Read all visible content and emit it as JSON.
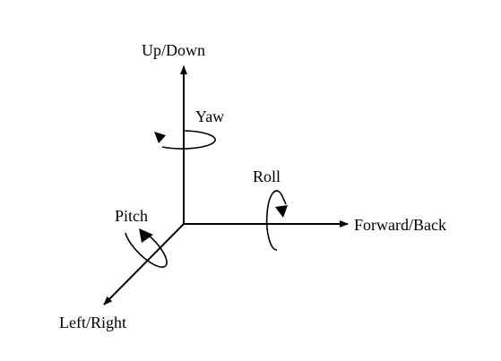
{
  "diagram": {
    "axes": {
      "up_down": "Up/Down",
      "forward_back": "Forward/Back",
      "left_right": "Left/Right"
    },
    "rotations": {
      "yaw": "Yaw",
      "roll": "Roll",
      "pitch": "Pitch"
    },
    "colors": {
      "stroke": "#000000",
      "background": "#ffffff"
    }
  }
}
